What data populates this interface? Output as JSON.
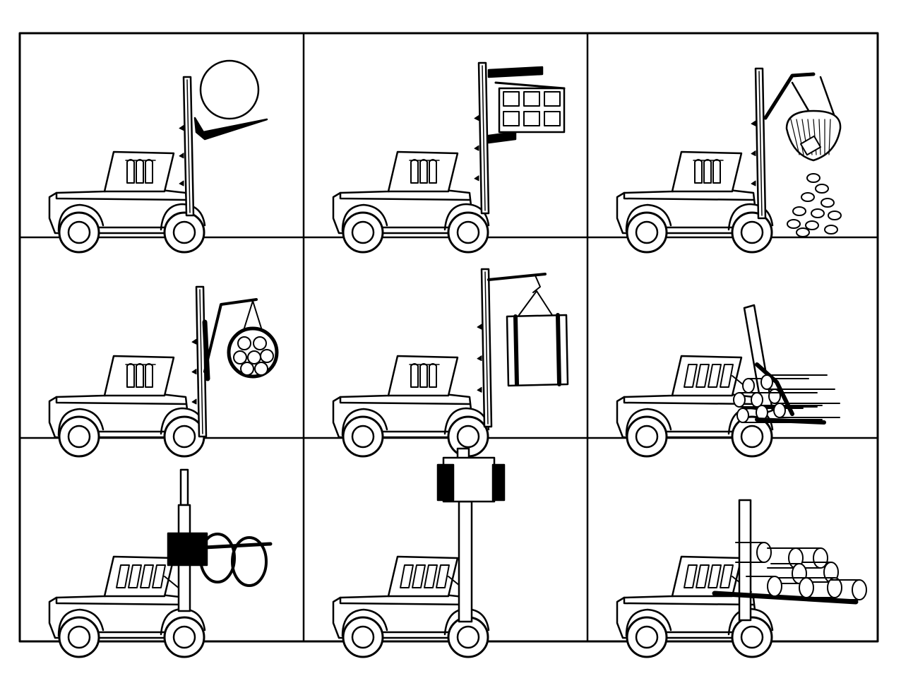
{
  "colors": {
    "ink": "#000000",
    "paper": "#ffffff"
  },
  "grid": {
    "rows": 3,
    "cols": 3
  },
  "panels": [
    {
      "id": "ball-clamp",
      "attachment": "round-load-clamp",
      "load": "sphere"
    },
    {
      "id": "block-clamp",
      "attachment": "block-clamp",
      "load": "block-stack"
    },
    {
      "id": "rotating-bucket",
      "attachment": "tipping-bucket",
      "load": "loose-stones"
    },
    {
      "id": "roll-hook",
      "attachment": "crane-jib-hook",
      "load": "bundled-rolls"
    },
    {
      "id": "bale-hook",
      "attachment": "crane-jib-hook",
      "load": "bale"
    },
    {
      "id": "log-pusher",
      "attachment": "pusher-arm",
      "load": "log-pile"
    },
    {
      "id": "coil-ram",
      "attachment": "coil-ram",
      "load": "coils"
    },
    {
      "id": "roll-clamp-high",
      "attachment": "roll-clamp",
      "load": "paper-roll"
    },
    {
      "id": "pipe-forks",
      "attachment": "long-forks",
      "load": "pipe-stack"
    }
  ]
}
